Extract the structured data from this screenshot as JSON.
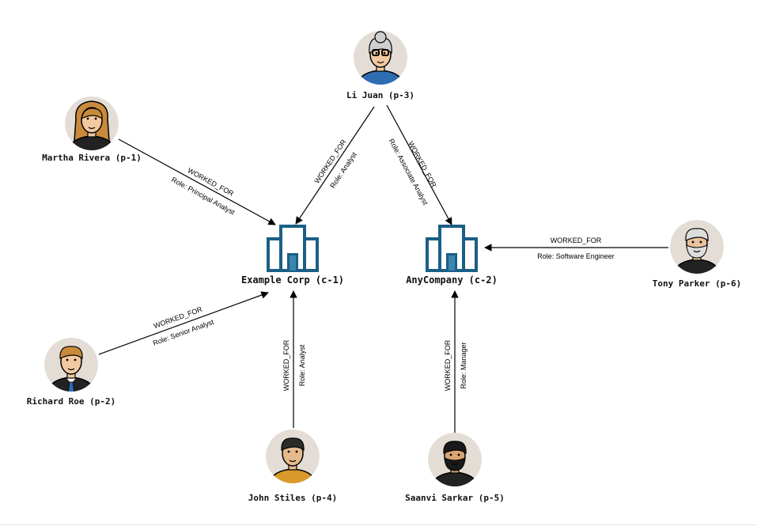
{
  "people": [
    {
      "id": "p1",
      "label": "Martha Rivera (p-1)",
      "avatar": "woman-long-hair-avatar-icon",
      "skin": "#f2c9a0",
      "hair": "#c98a3c",
      "shirt": "#222222"
    },
    {
      "id": "p2",
      "label": "Richard Roe (p-2)",
      "avatar": "man-suit-tie-avatar-icon",
      "skin": "#f2c9a0",
      "hair": "#c98a3c",
      "shirt": "#222222"
    },
    {
      "id": "p3",
      "label": "Li Juan (p-3)",
      "avatar": "woman-glasses-avatar-icon",
      "skin": "#f2c9a0",
      "hair": "#cfcfcf",
      "shirt": "#2f6db3"
    },
    {
      "id": "p4",
      "label": "John Stiles (p-4)",
      "avatar": "man-dark-hair-avatar-icon",
      "skin": "#e6b98e",
      "hair": "#2b2b2b",
      "shirt": "#d99a2b"
    },
    {
      "id": "p5",
      "label": "Saanvi Sarkar (p-5)",
      "avatar": "man-beard-avatar-icon",
      "skin": "#d9a574",
      "hair": "#1a1a1a",
      "shirt": "#222222"
    },
    {
      "id": "p6",
      "label": "Tony Parker (p-6)",
      "avatar": "man-white-beard-avatar-icon",
      "skin": "#e8c29c",
      "hair": "#dddddd",
      "shirt": "#222222"
    }
  ],
  "companies": [
    {
      "id": "c1",
      "label": "Example Corp (c-1)",
      "icon": "building-icon",
      "color": "#1b5f86"
    },
    {
      "id": "c2",
      "label": "AnyCompany (c-2)",
      "icon": "building-icon",
      "color": "#1b5f86"
    }
  ],
  "edges": [
    {
      "id": "e1",
      "from": "p1",
      "to": "c1",
      "type": "WORKED_FOR",
      "role": "Role: Principal Analyst"
    },
    {
      "id": "e2",
      "from": "p2",
      "to": "c1",
      "type": "WORKED_FOR",
      "role": "Role: Senior Analyst"
    },
    {
      "id": "e3",
      "from": "p3",
      "to": "c1",
      "type": "WORKED_FOR",
      "role": "Role: Analyst"
    },
    {
      "id": "e4",
      "from": "p3",
      "to": "c2",
      "type": "WORKED_FOR",
      "role": "Role: Associate Analyst"
    },
    {
      "id": "e5",
      "from": "p4",
      "to": "c1",
      "type": "WORKED_FOR",
      "role": "Role: Analyst"
    },
    {
      "id": "e6",
      "from": "p5",
      "to": "c2",
      "type": "WORKED_FOR",
      "role": "Role: Manager"
    },
    {
      "id": "e7",
      "from": "p6",
      "to": "c2",
      "type": "WORKED_FOR",
      "role": "Role: Software Engineer"
    }
  ],
  "colors": {
    "avatar_bg": "#e3ddd6",
    "edge": "#000000",
    "building": "#1b5f86"
  }
}
